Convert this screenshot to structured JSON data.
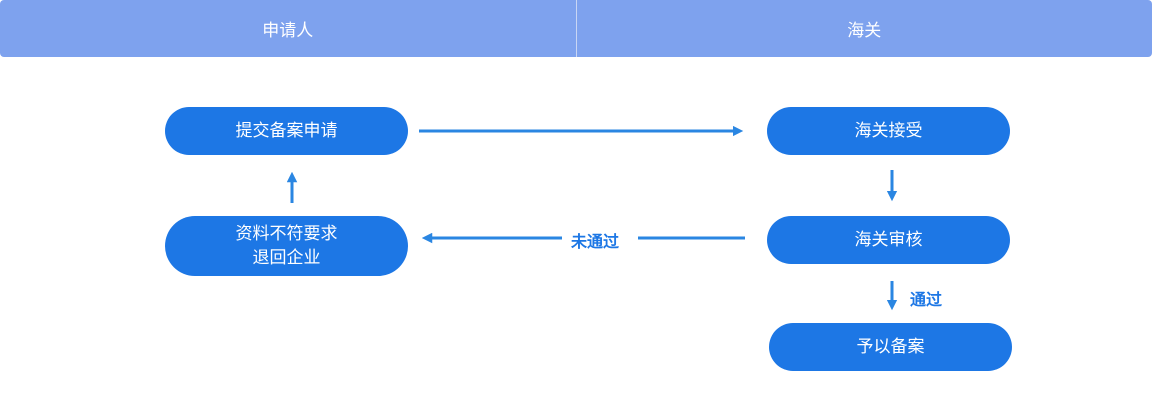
{
  "colors": {
    "header_bg": "#7ea2ee",
    "node_bg": "#1d77e5",
    "arrow": "#2a86e2",
    "label": "#1d77e5"
  },
  "columns": {
    "applicant": "申请人",
    "customs": "海关"
  },
  "nodes": {
    "submit": "提交备案申请",
    "return": "资料不符要求\n退回企业",
    "accept": "海关接受",
    "review": "海关审核",
    "approve": "予以备案"
  },
  "edges": {
    "rejected_label": "未通过",
    "passed_label": "通过"
  }
}
